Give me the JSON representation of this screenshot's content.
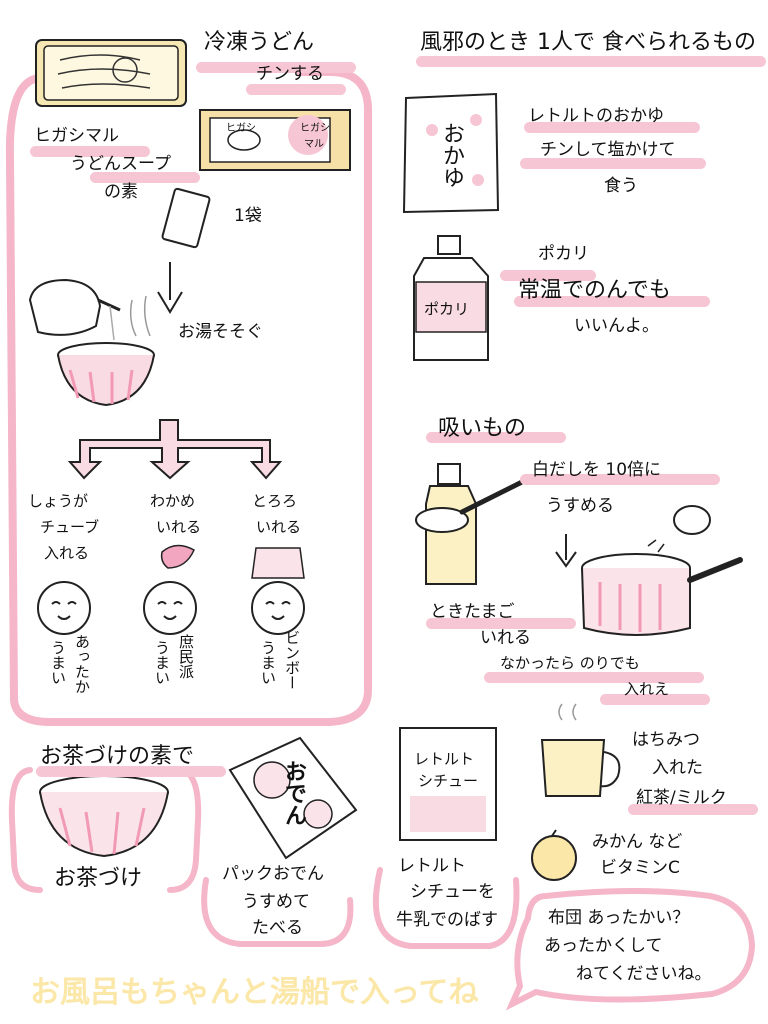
{
  "udon": {
    "title": "冷凍うどん",
    "microwave": "チンする",
    "soup_line1": "ヒガシマル",
    "soup_line2": "うどんスープ",
    "soup_line3": "の素",
    "pack_label1": "ヒガシ",
    "pack_label2": "マル",
    "one_bag": "1袋",
    "pour": "お湯そそぐ",
    "options": [
      {
        "line1": "しょうが",
        "line2": "チューブ",
        "line3": "入れる",
        "reaction1": "うまい",
        "reaction2": "あったか"
      },
      {
        "line1": "わかめ",
        "line2": "いれる",
        "reaction1": "うまい",
        "reaction2": "庶民派"
      },
      {
        "line1": "とろろ",
        "line2": "いれる",
        "reaction1": "うまい",
        "reaction2": "ビンボー"
      }
    ]
  },
  "sick_food": {
    "title": "風邪のとき 1人で 食べられるもの",
    "okayu_line1": "レトルトのおかゆ",
    "okayu_line2": "チンして塩かけて",
    "okayu_line3": "食う",
    "okayu_pack": "おかゆ",
    "pocari_line1": "ポカリ",
    "pocari_line2": "常温でのんでも",
    "pocari_line3": "いいんよ。",
    "pocari_bottle": "ポカリ"
  },
  "soup": {
    "title": "吸いもの",
    "step1_line1": "白だしを 10倍に",
    "step1_line2": "うすめる",
    "egg_line1": "ときたまご",
    "egg_line2": "いれる",
    "nori_line1": "なかったら のりでも",
    "nori_line2": "入れえ"
  },
  "ochazuke": {
    "title": "お茶づけの素で",
    "label": "お茶づけ"
  },
  "oden": {
    "pack_text": "おでん",
    "line1": "パックおでん",
    "line2": "うすめて",
    "line3": "たべる"
  },
  "stew": {
    "box_line1": "レトルト",
    "box_line2": "シチュー",
    "line1": "レトルト",
    "line2": "シチューを",
    "line3": "牛乳でのばす"
  },
  "tea": {
    "line1": "はちみつ",
    "line2": "入れた",
    "line3": "紅茶/ミルク"
  },
  "vitamin": {
    "line1": "みかん など",
    "line2": "ビタミンC"
  },
  "bubble": {
    "line1": "布団 あったかい？",
    "line2": "あったかくして",
    "line3": "ねてくださいね。"
  },
  "footer": "お風呂もちゃんと湯船で入ってね"
}
